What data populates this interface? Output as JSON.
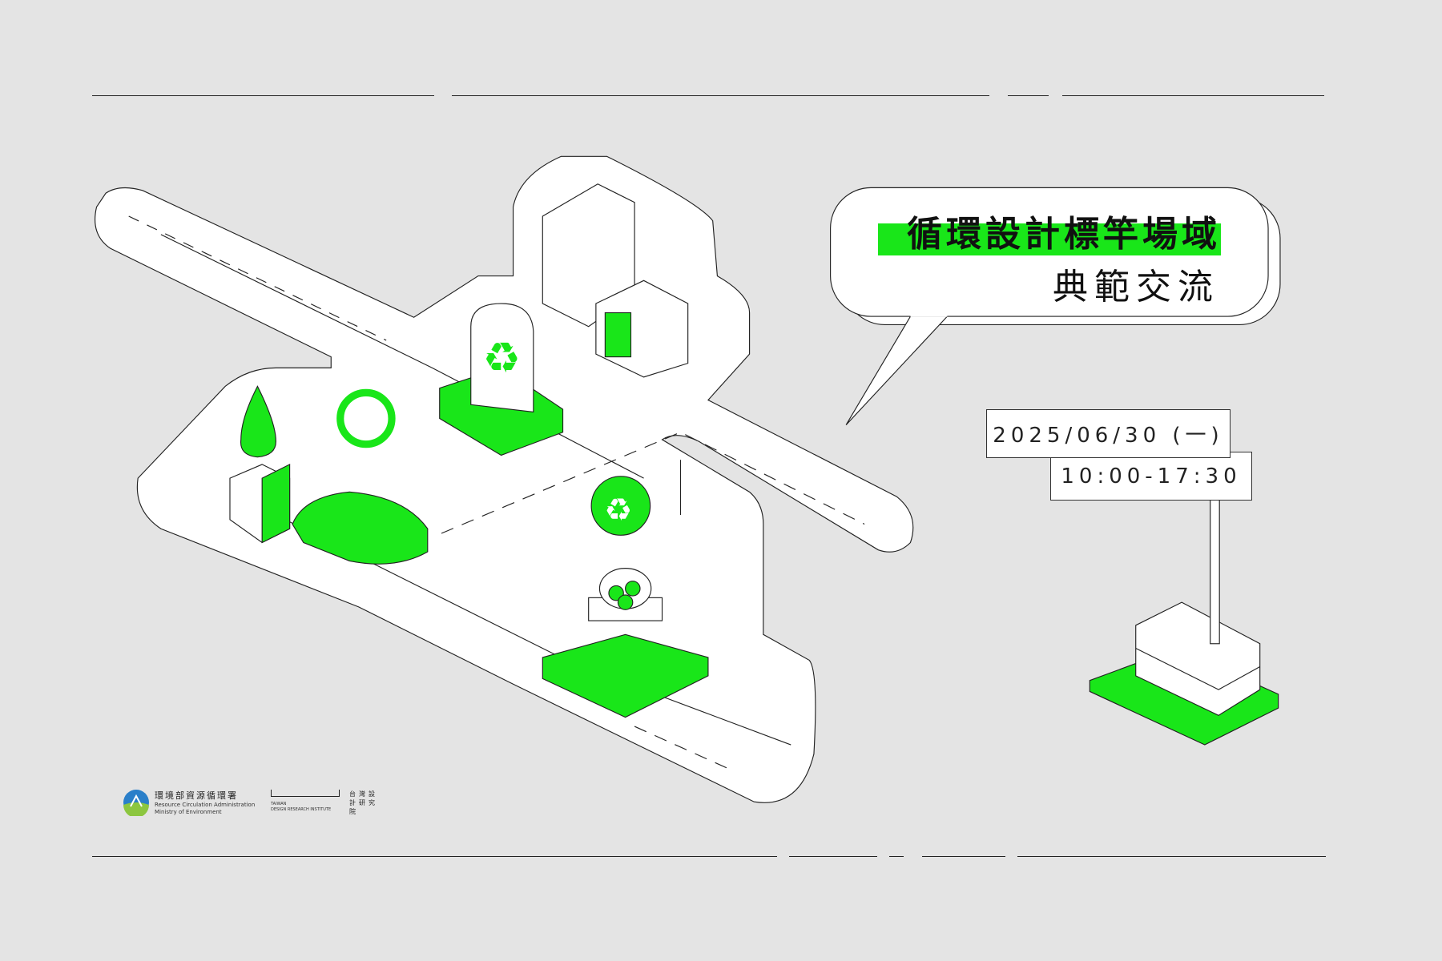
{
  "title": {
    "main": "循環設計標竿場域",
    "sub": "典範交流"
  },
  "event": {
    "date": "2025/06/30 (一)",
    "time": "10:00-17:30"
  },
  "logos": {
    "moenv": {
      "name_zh": "環境部資源循環署",
      "name_en_1": "Resource Circulation Administration",
      "name_en_2": "Ministry of Environment"
    },
    "tdri": {
      "name_en_1": "TAIWAN",
      "name_en_2": "DESIGN RESEARCH INSTITUTE",
      "name_zh": "台灣設計研究院"
    }
  },
  "colors": {
    "accent": "#19e619",
    "background": "#e4e4e4"
  }
}
